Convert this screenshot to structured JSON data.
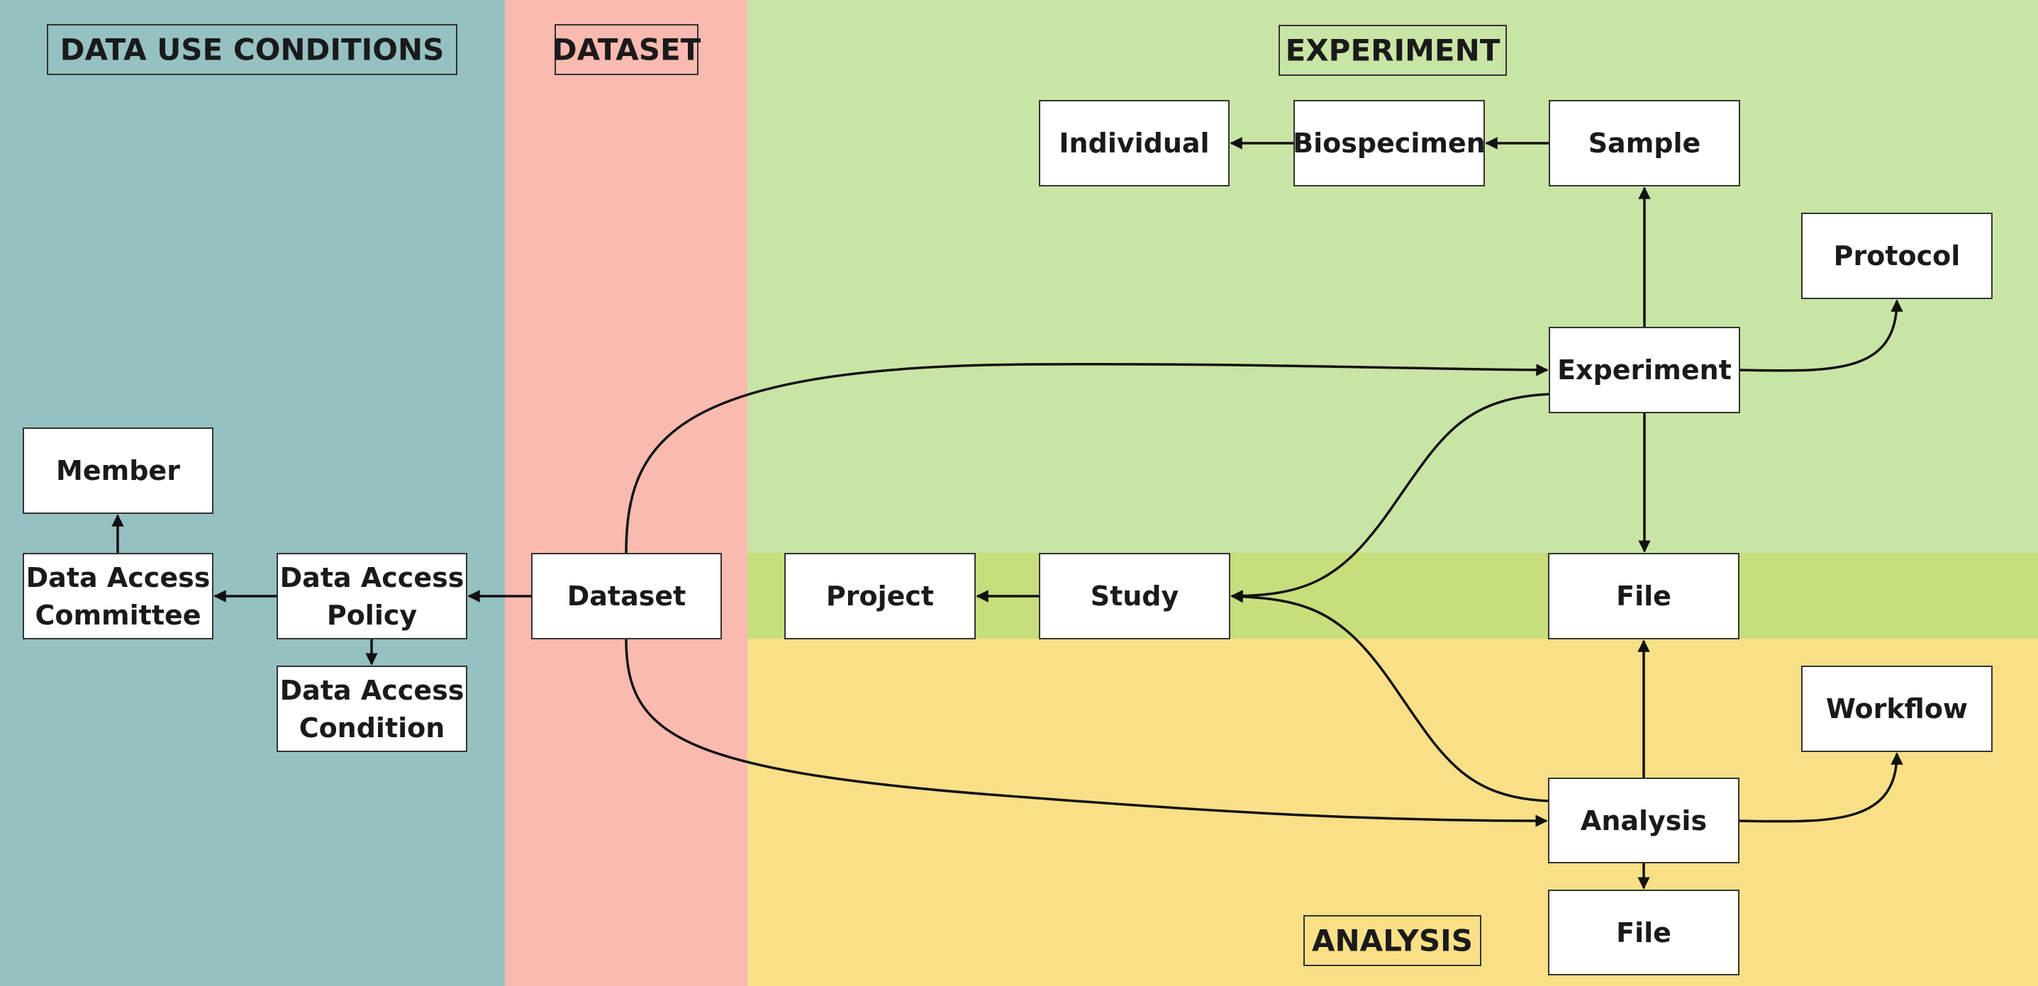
{
  "colors": {
    "data_use_conditions": "#96c1c2",
    "dataset": "#fbbab0",
    "experiment": "#c9e5a5",
    "study": "#c7de7c",
    "analysis": "#f9e087",
    "node_fill": "#ffffff",
    "stroke": "#333333"
  },
  "sections": {
    "data_use_conditions": "DATA USE CONDITIONS",
    "dataset": "DATASET",
    "experiment": "EXPERIMENT",
    "analysis": "ANALYSIS"
  },
  "nodes": {
    "member": [
      "Member"
    ],
    "dac": [
      "Data Access",
      "Committee"
    ],
    "dap": [
      "Data Access",
      "Policy"
    ],
    "dacond": [
      "Data Access",
      "Condition"
    ],
    "dataset": [
      "Dataset"
    ],
    "project": [
      "Project"
    ],
    "study": [
      "Study"
    ],
    "individual": [
      "Individual"
    ],
    "biospecimen": [
      "Biospecimen"
    ],
    "sample": [
      "Sample"
    ],
    "protocol": [
      "Protocol"
    ],
    "experiment": [
      "Experiment"
    ],
    "file_exp": [
      "File"
    ],
    "workflow": [
      "Workflow"
    ],
    "analysis": [
      "Analysis"
    ],
    "file_ana": [
      "File"
    ]
  },
  "edges": [
    {
      "from": "dac",
      "to": "member"
    },
    {
      "from": "dap",
      "to": "dac"
    },
    {
      "from": "dap",
      "to": "dacond"
    },
    {
      "from": "dataset",
      "to": "dap"
    },
    {
      "from": "dataset",
      "to": "experiment"
    },
    {
      "from": "dataset",
      "to": "analysis"
    },
    {
      "from": "study",
      "to": "project"
    },
    {
      "from": "experiment",
      "to": "study"
    },
    {
      "from": "analysis",
      "to": "study"
    },
    {
      "from": "biospecimen",
      "to": "individual"
    },
    {
      "from": "sample",
      "to": "biospecimen"
    },
    {
      "from": "experiment",
      "to": "sample"
    },
    {
      "from": "experiment",
      "to": "protocol"
    },
    {
      "from": "experiment",
      "to": "file_exp"
    },
    {
      "from": "analysis",
      "to": "file_exp"
    },
    {
      "from": "analysis",
      "to": "workflow"
    },
    {
      "from": "analysis",
      "to": "file_ana"
    }
  ]
}
